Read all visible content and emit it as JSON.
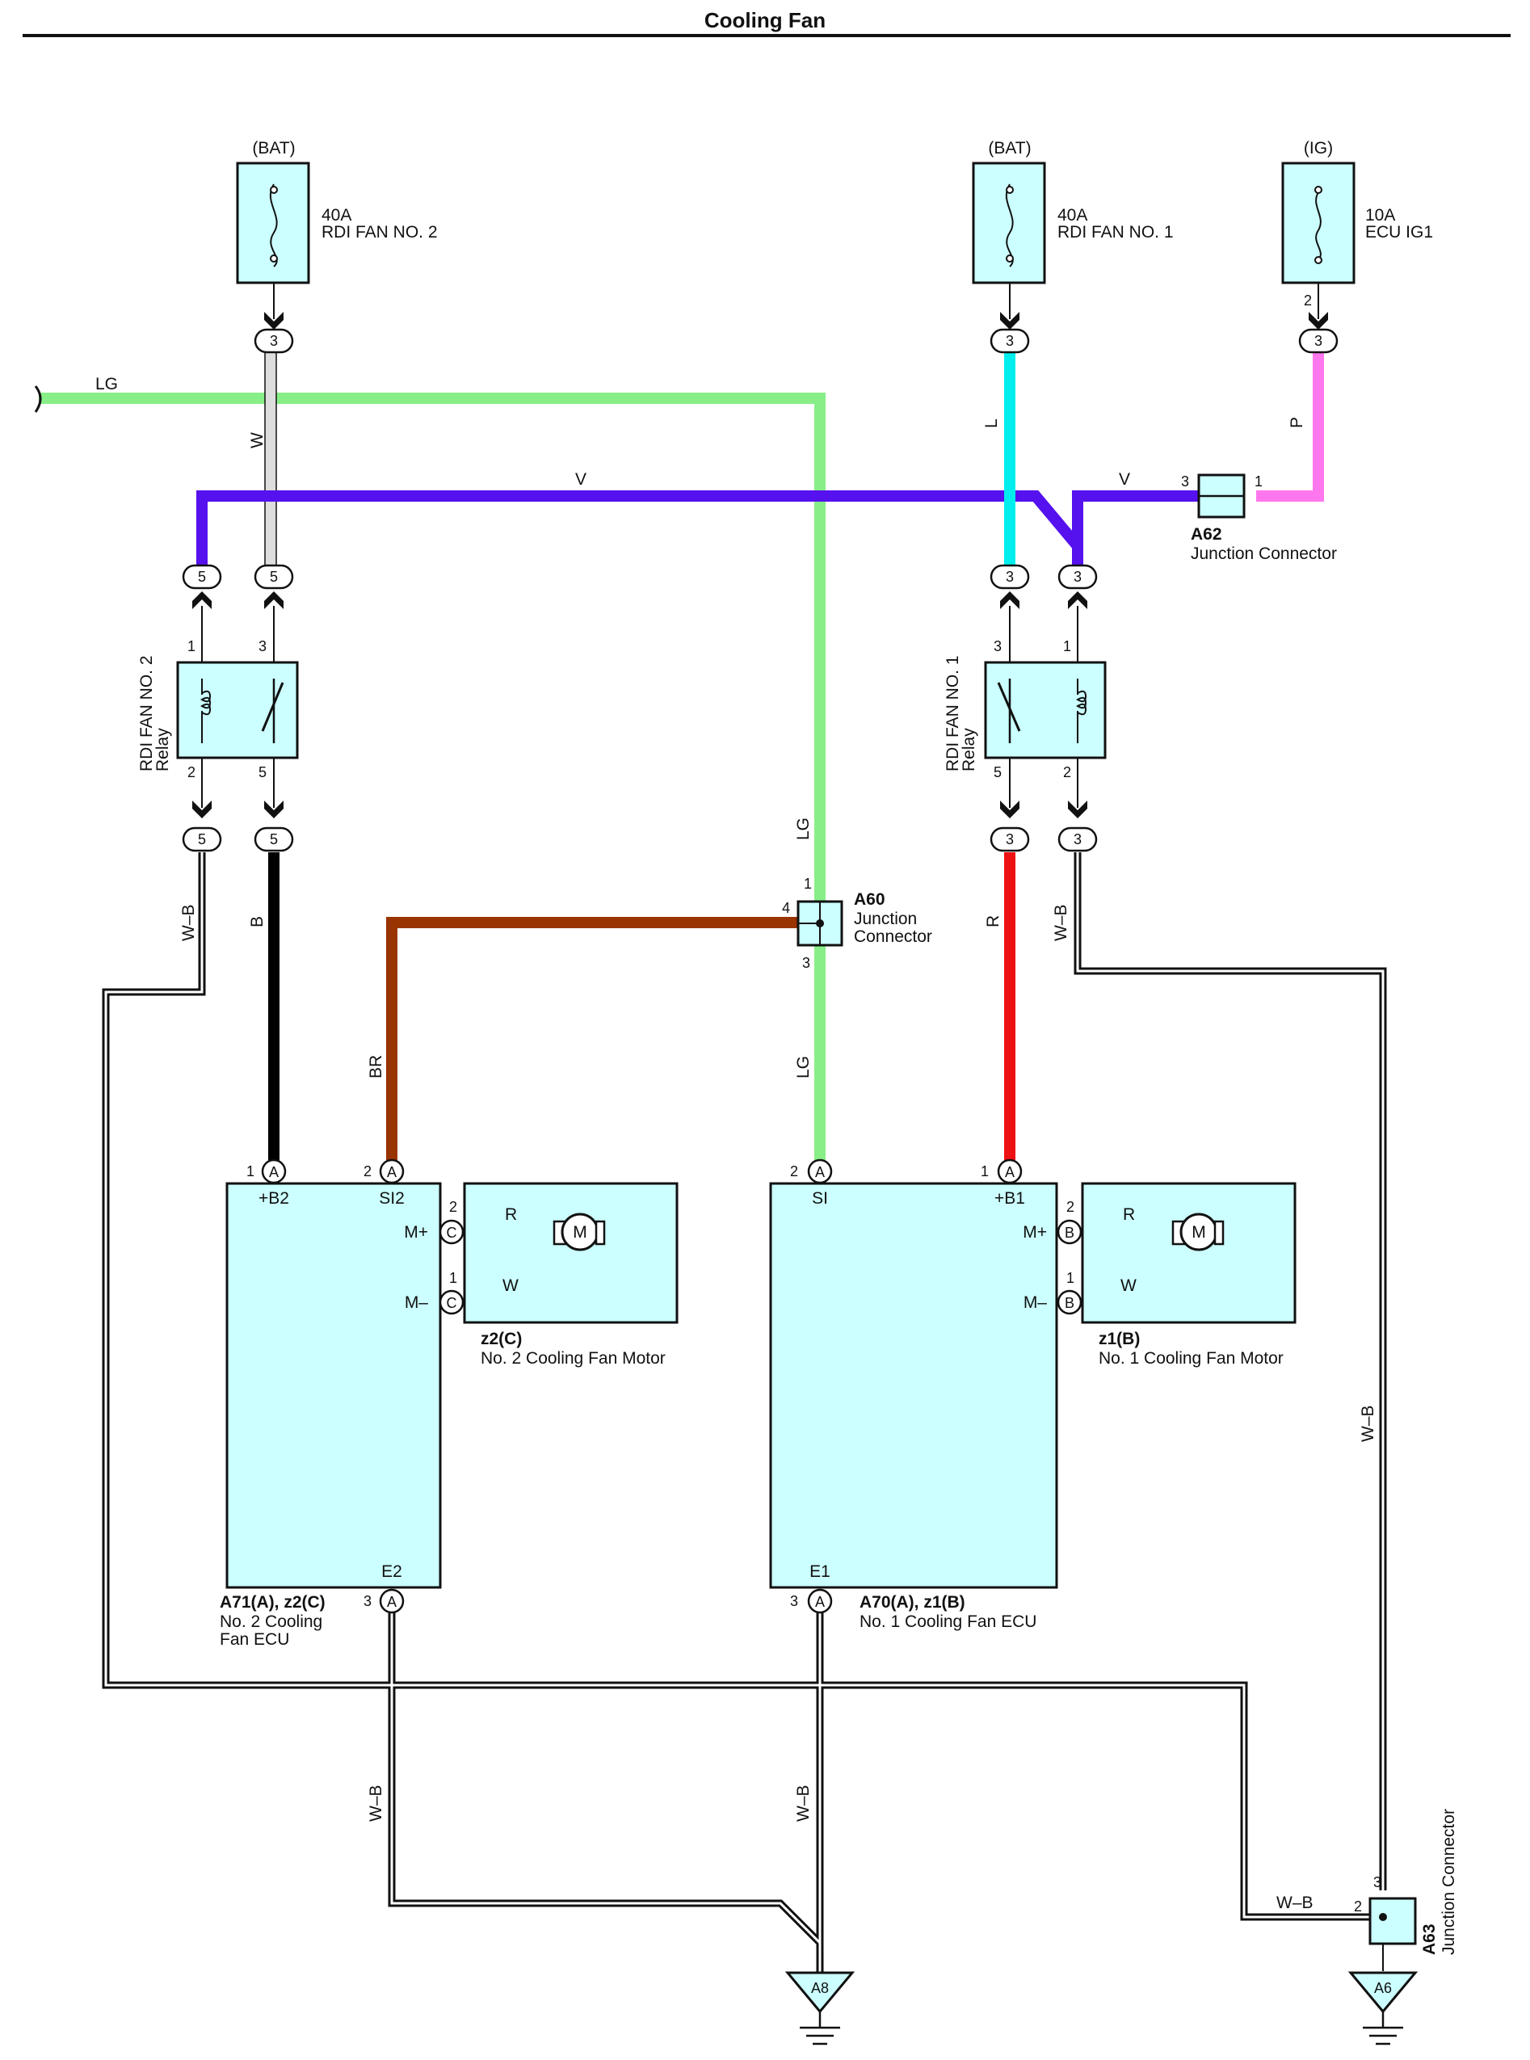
{
  "title": "Cooling Fan",
  "sources": {
    "bat_left": "(BAT)",
    "bat_right": "(BAT)",
    "ig": "(IG)"
  },
  "fuses": {
    "rdi2": {
      "amp": "40A",
      "name": "RDI FAN NO. 2"
    },
    "rdi1": {
      "amp": "40A",
      "name": "RDI FAN NO. 1"
    },
    "ecu": {
      "amp": "10A",
      "name": "ECU IG1"
    }
  },
  "relays": {
    "rdi2": {
      "line1": "RDI FAN NO. 2",
      "line2": "Relay"
    },
    "rdi1": {
      "line1": "RDI FAN NO. 1",
      "line2": "Relay"
    }
  },
  "junctions": {
    "a60": {
      "id": "A60",
      "line1": "Junction",
      "line2": "Connector"
    },
    "a62": {
      "id": "A62",
      "name": "Junction Connector"
    },
    "a63": {
      "id": "A63",
      "name": "Junction Connector"
    }
  },
  "ecus": {
    "no2": {
      "id": "A71(A), z2(C)",
      "line1": "No.  2 Cooling",
      "line2": "Fan ECU",
      "pin_b": "+B2",
      "pin_si": "SI2",
      "pin_e": "E2",
      "pin_mp": "M+",
      "pin_mm": "M–"
    },
    "no1": {
      "id": "A70(A), z1(B)",
      "name": "No.  1 Cooling Fan ECU",
      "pin_b": "+B1",
      "pin_si": "SI",
      "pin_e": "E1",
      "pin_mp": "M+",
      "pin_mm": "M–"
    }
  },
  "motors": {
    "no2": {
      "id": "z2(C)",
      "name": "No.  2 Cooling Fan Motor",
      "symbol": "M"
    },
    "no1": {
      "id": "z1(B)",
      "name": "No.  1 Cooling Fan Motor",
      "symbol": "M"
    }
  },
  "grounds": {
    "a8": "A8",
    "a6": "A6"
  },
  "wire_labels": {
    "lg_top": "LG",
    "w_left": "W",
    "v_mid": "V",
    "v_right": "V",
    "l": "L",
    "p": "P",
    "wb_relay2": "W–B",
    "b_relay2": "B",
    "br": "BR",
    "lg_upper": "LG",
    "lg_lower": "LG",
    "r_relay1": "R",
    "wb_relay1": "W–B",
    "wb_right": "W–B",
    "wb_ecu2": "W–B",
    "wb_ecu1": "W–B",
    "wb_a63": "W–B",
    "r_motor2": "R",
    "w_motor2": "W",
    "r_motor1": "R",
    "w_motor1": "W"
  },
  "connectors": {
    "c3": "3",
    "c5": "5",
    "a": "A",
    "b": "B",
    "c": "C"
  },
  "pin_numbers": {
    "p1": "1",
    "p2": "2",
    "p3": "3",
    "p4": "4",
    "p5": "5"
  },
  "colors": {
    "lg": "#88ee88",
    "v": "#5511ee",
    "l": "#00eeee",
    "p": "#ff77ee",
    "b": "#000000",
    "br": "#993300",
    "r": "#ee1111",
    "w": "#dddddd",
    "box_fill": "#ccffff"
  }
}
